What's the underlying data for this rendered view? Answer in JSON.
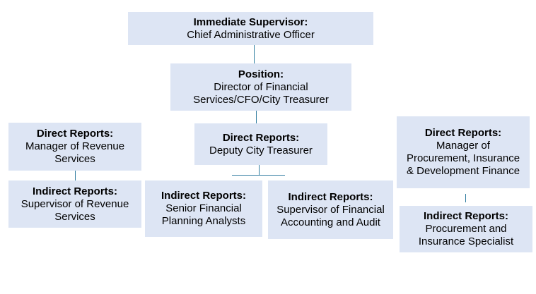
{
  "supervisor": {
    "title": "Immediate Supervisor:",
    "body": "Chief Administrative Officer"
  },
  "position": {
    "title": "Position:",
    "body": "Director of Financial Services/CFO/City Treasurer"
  },
  "direct_reports": [
    {
      "title": "Direct Reports:",
      "body": "Manager of Revenue Services"
    },
    {
      "title": "Direct Reports:",
      "body": "Deputy City Treasurer"
    },
    {
      "title": "Direct Reports:",
      "body": "Manager of Procurement, Insurance & Development Finance"
    }
  ],
  "indirect_reports": [
    {
      "title": "Indirect Reports:",
      "body": "Supervisor of Revenue Services"
    },
    {
      "title": "Indirect Reports:",
      "body": "Senior Financial Planning Analysts"
    },
    {
      "title": "Indirect Reports:",
      "body": "Supervisor of Financial Accounting and Audit"
    },
    {
      "title": "Indirect Reports:",
      "body": "Procurement and Insurance Specialist"
    }
  ],
  "colors": {
    "box_fill": "#dde5f4",
    "connector": "#2e7c9f"
  }
}
